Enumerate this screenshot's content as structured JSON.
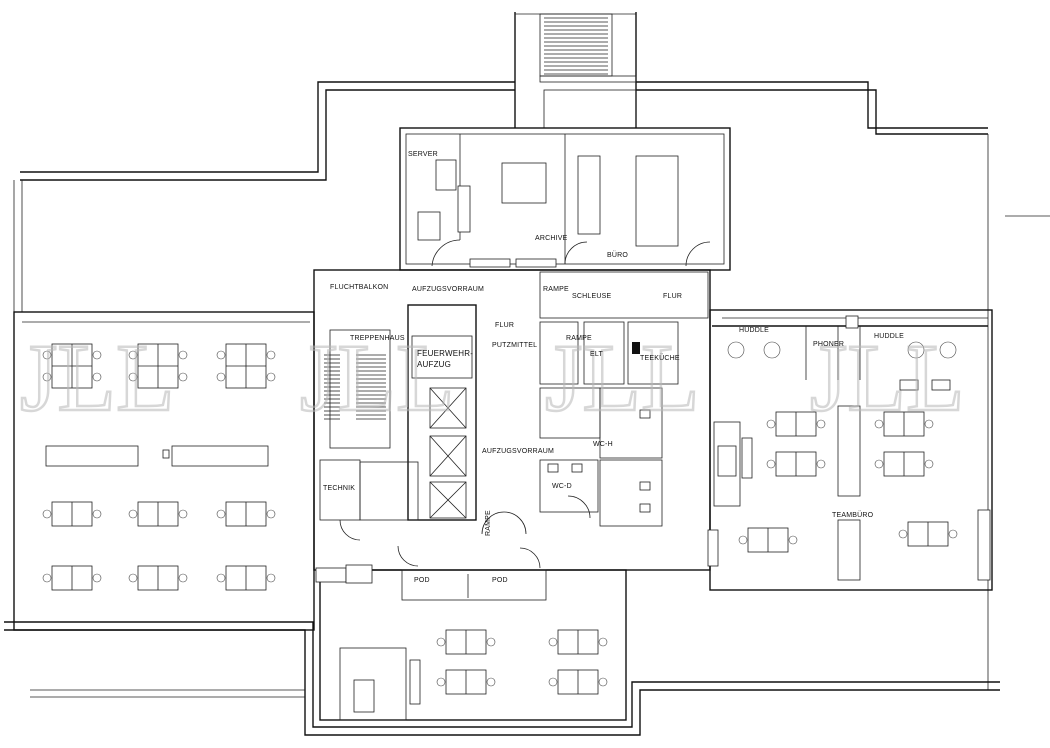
{
  "rooms": {
    "server": "SERVER",
    "archive": "ARCHIVE",
    "buero": "BÜRO",
    "fluchtbalkon": "FLUCHTBALKON",
    "aufzugsvorraum_top": "AUFZUGSVORRAUM",
    "rampe_top": "RAMPE",
    "schleuse": "SCHLEUSE",
    "flur_right": "FLUR",
    "flur_mid": "FLUR",
    "treppenhaus": "TREPPENHAUS",
    "putzmittel": "PUTZMITTEL",
    "rampe_mid": "RAMPE",
    "elt": "ELT",
    "teekueche": "TEEKÜCHE",
    "feuerwehr_1": "FEUERWEHR-",
    "feuerwehr_2": "AUFZUG",
    "huddle_left": "HUDDLE",
    "phoner": "PHONER",
    "huddle_right": "HUDDLE",
    "wc_h": "WC-H",
    "aufzugsvorraum_bottom": "AUFZUGSVORRAUM",
    "wc_d": "WC-D",
    "technik": "TECHNIK",
    "rampe_vertical": "RAMPE",
    "teambuero": "TEAMBÜRO",
    "pod_left": "POD",
    "pod_right": "POD"
  },
  "watermark": {
    "text": "JLL",
    "color": "#b8b8b8"
  },
  "colors": {
    "walls": "#111111",
    "background": "#ffffff"
  }
}
